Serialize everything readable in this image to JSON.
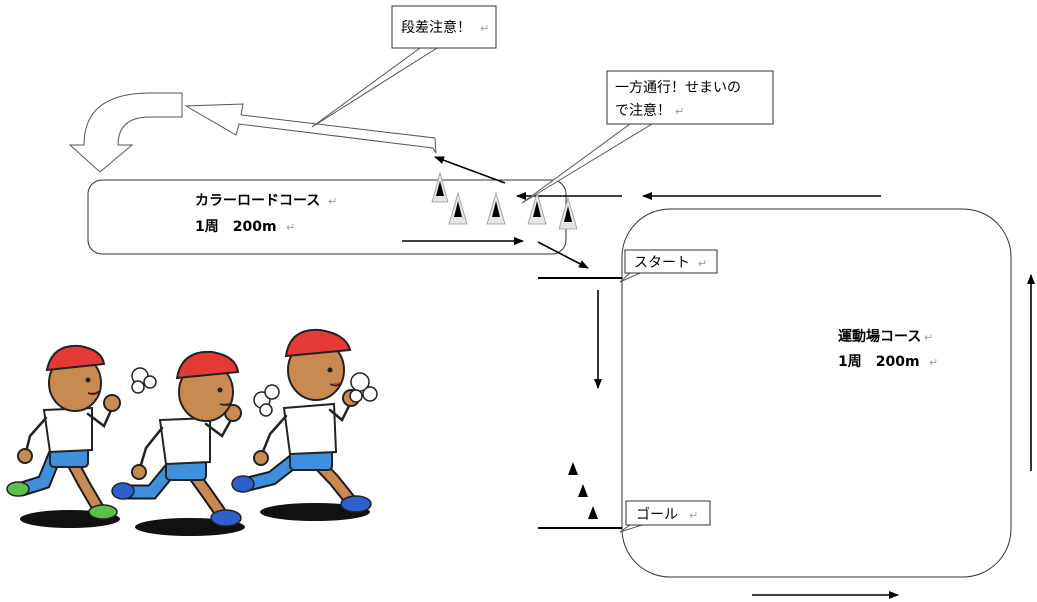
{
  "callouts": {
    "step_warning": "段差注意！",
    "one_way_line1": "一方通行！せまいの",
    "one_way_line2": "で注意！",
    "start": "スタート",
    "goal": "ゴール"
  },
  "courses": {
    "color_road": {
      "name": "カラーロードコース",
      "length": "1周　200m"
    },
    "athletic_field": {
      "name": "運動場コース",
      "length": "1周　200m"
    }
  },
  "return_mark": "↵",
  "colors": {
    "line": "#000000",
    "cone_light": "#e6e6e6",
    "cap_red": "#e53935",
    "shorts_blue": "#3f8fdc",
    "shoe_green": "#5cc04a",
    "shoe_blue": "#2e5fcf",
    "skin": "#c98a52"
  }
}
